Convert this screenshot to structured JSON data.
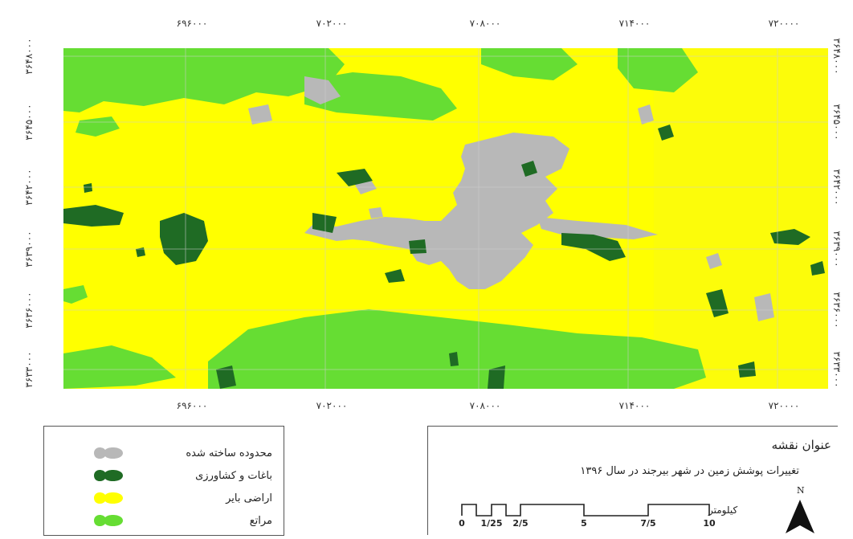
{
  "map": {
    "x_ticks": [
      "۶۹۶۰۰۰",
      "۷۰۲۰۰۰",
      "۷۰۸۰۰۰",
      "۷۱۴۰۰۰",
      "۷۲۰۰۰۰"
    ],
    "y_ticks": [
      "۳۶۴۸۰۰۰",
      "۳۶۴۵۰۰۰",
      "۳۶۴۲۰۰۰",
      "۳۶۳۹۰۰۰",
      "۳۶۳۶۰۰۰",
      "۳۶۳۳۰۰۰"
    ],
    "colors": {
      "built_up": "#b8b8b8",
      "orchards_agriculture": "#1f6b24",
      "barren": "#ffff00",
      "rangeland": "#66dd33"
    }
  },
  "legend": {
    "items": [
      {
        "label": "محدوده ساخته شده",
        "color": "#b8b8b8"
      },
      {
        "label": "باغات و کشاورزی",
        "color": "#1f6b24"
      },
      {
        "label": "اراضی بایر",
        "color": "#ffff00"
      },
      {
        "label": "مراتع",
        "color": "#66dd33"
      }
    ]
  },
  "info": {
    "title": "عنوان نقشه",
    "subtitle": "تغییرات پوشش زمین در شهر بیرجند در سال ۱۳۹۶",
    "scale_unit": "کیلومتر",
    "scale_numbers": [
      "0",
      "1/25",
      "2/5",
      "5",
      "7/5",
      "10"
    ],
    "north_label": "N"
  }
}
